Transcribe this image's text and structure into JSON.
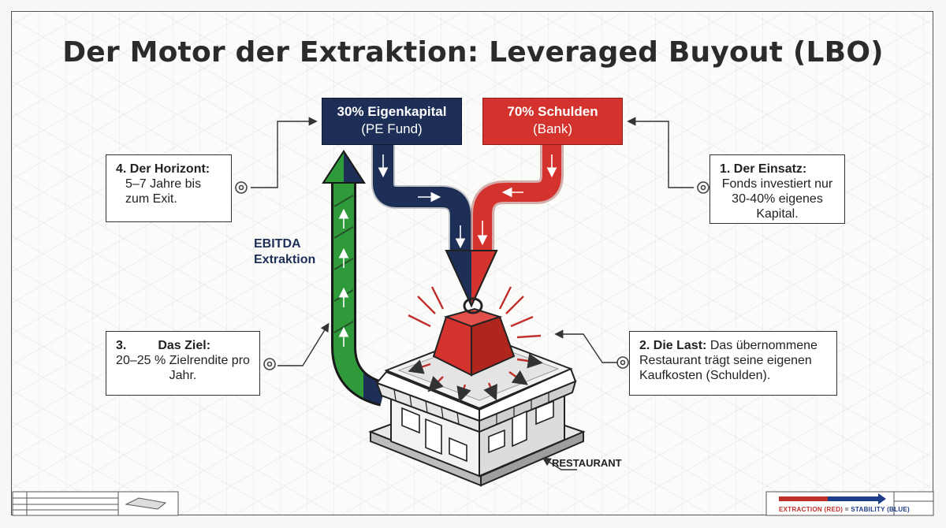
{
  "title": "Der Motor der Extraktion: Leveraged Buyout (LBO)",
  "sources": {
    "equity": {
      "label": "30% Eigenkapital",
      "sub": "(PE Fund)"
    },
    "debt": {
      "label": "70% Schulden",
      "sub": "(Bank)"
    }
  },
  "notes": {
    "horizon": {
      "heading": "4. Der Horizont:",
      "text": "5–7 Jahre bis zum Exit."
    },
    "stake": {
      "heading": "1.  Der Einsatz:",
      "text": "Fonds investiert nur 30-40% eigenes Kapital."
    },
    "goal": {
      "heading": "3.         Das Ziel:",
      "text": "20–25 % Zielrendite pro Jahr."
    },
    "burden": {
      "heading": "2. Die Last:",
      "text": "Das übernommene Restaurant trägt seine eigenen Kaufkosten (Schulden)."
    }
  },
  "labels": {
    "ebitda": "EBITDA Extraktion",
    "restaurant": "RESTAURANT",
    "legend_red": "EXTRACTION (RED)",
    "legend_sep": " = ",
    "legend_blue": "STABILITY (BLUE)"
  },
  "colors": {
    "navy": "#1d2f57",
    "red": "#d4322c",
    "green": "#2e9a3a"
  }
}
